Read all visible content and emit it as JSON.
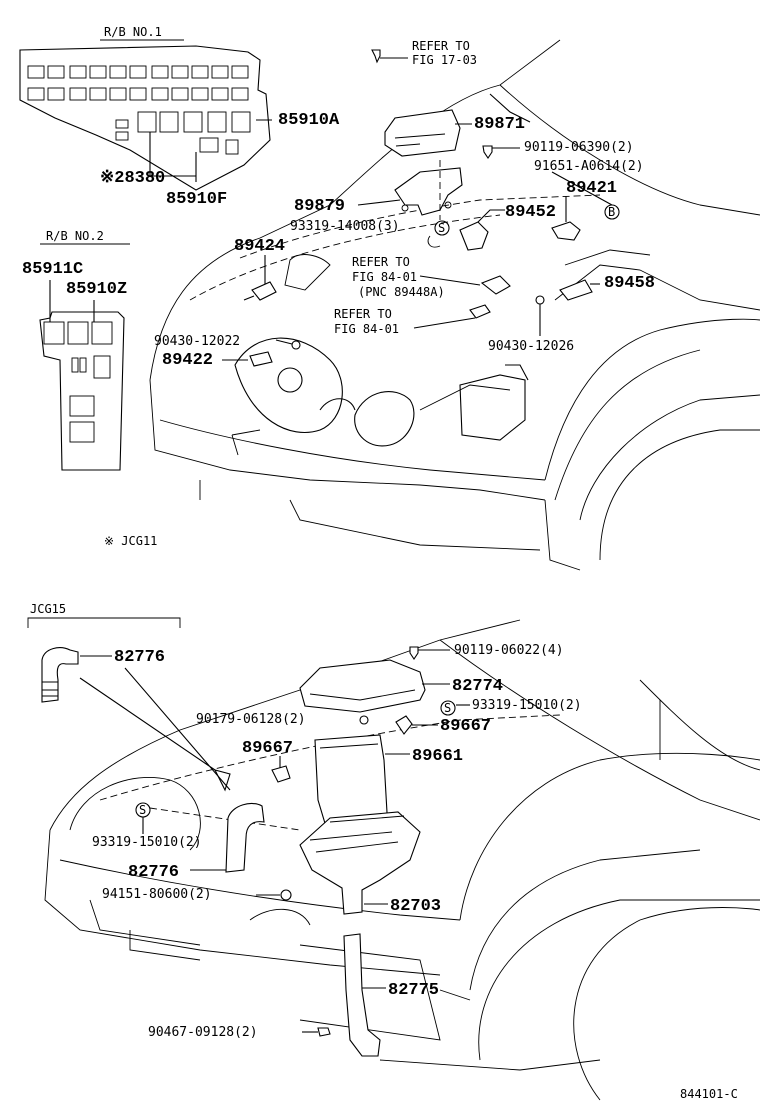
{
  "top": {
    "rb1_header": "R/B NO.1",
    "rb2_header": "R/B NO.2",
    "ref_17_03_line1": "REFER TO",
    "ref_17_03_line2": "FIG 17-03",
    "ref_84_01a_line1": "REFER TO",
    "ref_84_01a_line2": "FIG 84-01",
    "ref_84_01a_line3": "(PNC 89448A)",
    "ref_84_01b_line1": "REFER TO",
    "ref_84_01b_line2": "FIG 84-01",
    "parts": {
      "p85910A": "85910A",
      "p28380": "※28380",
      "p85910F": "85910F",
      "p85911C": "85911C",
      "p85910Z": "85910Z",
      "p89871": "89871",
      "p90119_06390": "90119-06390(2)",
      "p91651": "91651-A0614(2)",
      "p89421": "89421",
      "p89879": "89879",
      "p93319_14008": "93319-14008(3)",
      "p89452": "89452",
      "p89424": "89424",
      "p89458": "89458",
      "p90430_a": "90430-12022",
      "p89422": "89422",
      "p90430_b": "90430-12026"
    },
    "circle_s": "S",
    "circle_b": "B"
  },
  "section_label": "※ JCG11",
  "bottom": {
    "jcg15_label": "JCG15",
    "parts": {
      "p82776_a": "82776",
      "p90119_06022": "90119-06022(4)",
      "p82774": "82774",
      "p90179": "90179-06128(2)",
      "p93319_15010_r": "93319-15010(2)",
      "p89667_r": "89667",
      "p89667_l": "89667",
      "p89661": "89661",
      "p93319_15010_l": "93319-15010(2)",
      "p82776_b": "82776",
      "p94151": "94151-80600(2)",
      "p82703": "82703",
      "p82775": "82775",
      "p90467": "90467-09128(2)"
    },
    "circle_s": "S"
  },
  "figure_code": "844101-C"
}
